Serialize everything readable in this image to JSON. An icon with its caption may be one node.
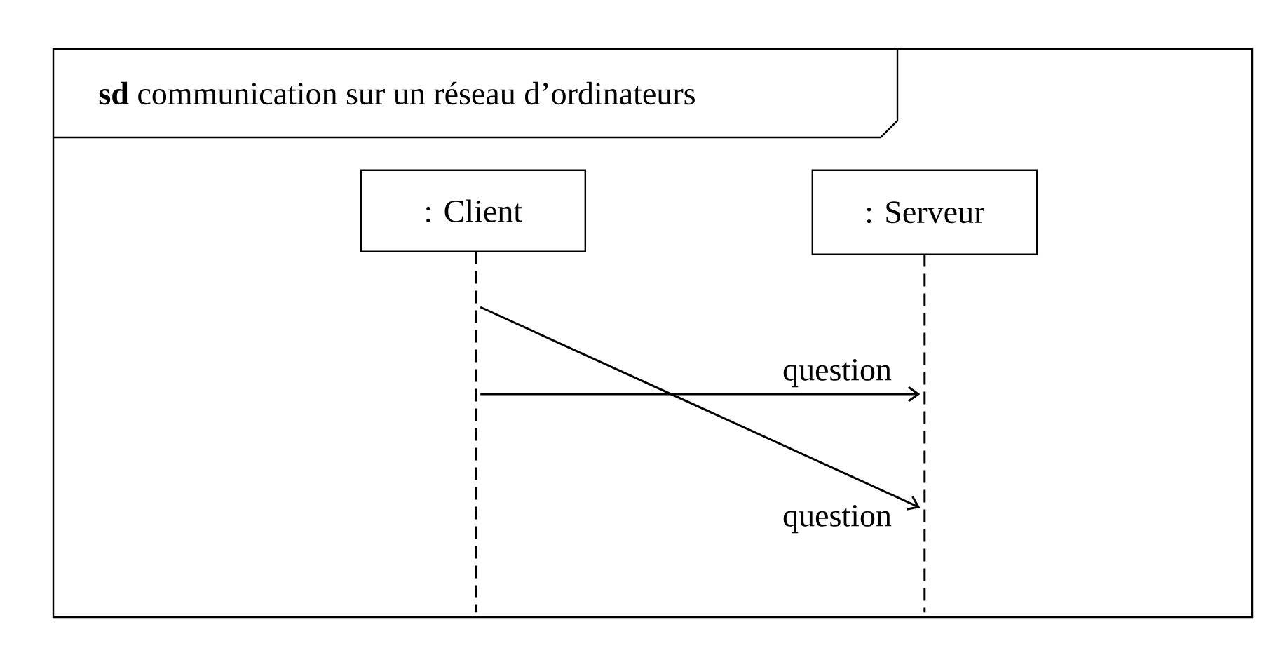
{
  "diagram": {
    "nodes": [
      {
        "text": [
          "**sd** communication sur un réseau d’ordinateurs"
        ]
      },
      {
        "text": [
          ": Client"
        ],
        "in": 0
      },
      {
        "text": [
          ": Serveur"
        ],
        "in": 0
      },
      {
        "text": [],
        "shape": "line",
        "in": 0
      },
      {
        "text": [],
        "shape": "line",
        "in": 0
      }
    ],
    "edges": [
      {
        "from": 3,
        "to": 4,
        "arrow": "to",
        "label": "question"
      },
      {
        "from": 3,
        "to": 4,
        "arrow": "to",
        "label": "question"
      }
    ]
  }
}
